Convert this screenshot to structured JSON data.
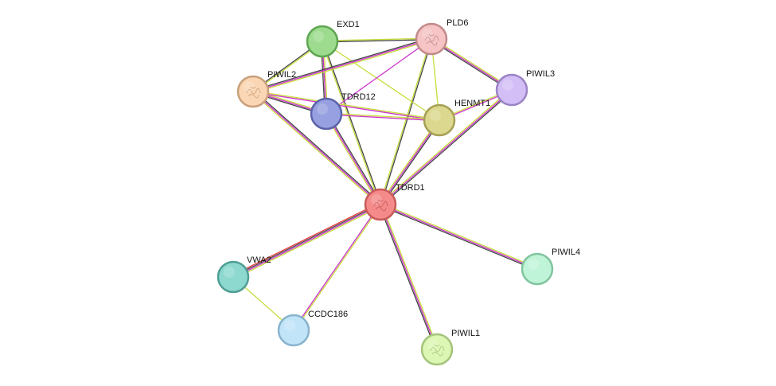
{
  "network": {
    "nodes": [
      {
        "id": "TDRD1",
        "label": "TDRD1",
        "fill": "#f48a8a",
        "stroke": "#c85a5a",
        "icon": "protein-structure-icon"
      },
      {
        "id": "EXD1",
        "label": "EXD1",
        "fill": "#9ddc8e",
        "stroke": "#5ea652",
        "icon": ""
      },
      {
        "id": "PLD6",
        "label": "PLD6",
        "fill": "#f6c4c4",
        "stroke": "#c28a8a",
        "icon": "protein-structure-icon"
      },
      {
        "id": "PIWIL2",
        "label": "PIWIL2",
        "fill": "#fbd6b4",
        "stroke": "#c9a07a",
        "icon": "protein-structure-icon"
      },
      {
        "id": "TDRD12",
        "label": "TDRD12",
        "fill": "#97a0e0",
        "stroke": "#5b63a8",
        "icon": ""
      },
      {
        "id": "HENMT1",
        "label": "HENMT1",
        "fill": "#dcd88f",
        "stroke": "#a6a055",
        "icon": ""
      },
      {
        "id": "PIWIL3",
        "label": "PIWIL3",
        "fill": "#d3bff6",
        "stroke": "#9a84c6",
        "icon": ""
      },
      {
        "id": "VWA2",
        "label": "VWA2",
        "fill": "#8dd9d0",
        "stroke": "#4f9e95",
        "icon": ""
      },
      {
        "id": "CCDC186",
        "label": "CCDC186",
        "fill": "#c2e4f8",
        "stroke": "#88b4cc",
        "icon": ""
      },
      {
        "id": "PIWIL1",
        "label": "PIWIL1",
        "fill": "#dcf6b4",
        "stroke": "#a4c47c",
        "icon": "protein-structure-icon"
      },
      {
        "id": "PIWIL4",
        "label": "PIWIL4",
        "fill": "#c0f4d8",
        "stroke": "#82c49e",
        "icon": ""
      }
    ],
    "edges": [
      {
        "source": "TDRD1",
        "target": "EXD1",
        "colors": [
          "#c8dc3c",
          "#444444"
        ]
      },
      {
        "source": "TDRD1",
        "target": "PLD6",
        "colors": [
          "#c8dc3c",
          "#444444"
        ]
      },
      {
        "source": "TDRD1",
        "target": "PIWIL2",
        "colors": [
          "#c8dc3c",
          "#cc33cc",
          "#444444"
        ]
      },
      {
        "source": "TDRD1",
        "target": "TDRD12",
        "colors": [
          "#c8dc3c",
          "#cc33cc",
          "#444444"
        ]
      },
      {
        "source": "TDRD1",
        "target": "HENMT1",
        "colors": [
          "#c8dc3c",
          "#cc33cc",
          "#444444"
        ]
      },
      {
        "source": "TDRD1",
        "target": "PIWIL3",
        "colors": [
          "#c8dc3c",
          "#cc33cc",
          "#444444"
        ]
      },
      {
        "source": "TDRD1",
        "target": "VWA2",
        "colors": [
          "#c8dc3c",
          "#cc33cc",
          "#444444",
          "#e83030"
        ]
      },
      {
        "source": "TDRD1",
        "target": "CCDC186",
        "colors": [
          "#c8dc3c",
          "#cc33cc"
        ]
      },
      {
        "source": "TDRD1",
        "target": "PIWIL1",
        "colors": [
          "#c8dc3c",
          "#cc33cc",
          "#444444"
        ]
      },
      {
        "source": "TDRD1",
        "target": "PIWIL4",
        "colors": [
          "#c8dc3c",
          "#cc33cc",
          "#444444"
        ]
      },
      {
        "source": "EXD1",
        "target": "PLD6",
        "colors": [
          "#c8dc3c",
          "#444444"
        ]
      },
      {
        "source": "EXD1",
        "target": "PIWIL2",
        "colors": [
          "#c8dc3c",
          "#444444"
        ]
      },
      {
        "source": "EXD1",
        "target": "TDRD12",
        "colors": [
          "#c8dc3c",
          "#cc33cc",
          "#444444"
        ]
      },
      {
        "source": "EXD1",
        "target": "HENMT1",
        "colors": [
          "#c8dc3c"
        ]
      },
      {
        "source": "PLD6",
        "target": "PIWIL2",
        "colors": [
          "#c8dc3c",
          "#cc33cc",
          "#444444"
        ]
      },
      {
        "source": "PLD6",
        "target": "TDRD12",
        "colors": [
          "#cc33cc"
        ]
      },
      {
        "source": "PLD6",
        "target": "HENMT1",
        "colors": [
          "#c8dc3c"
        ]
      },
      {
        "source": "PLD6",
        "target": "PIWIL3",
        "colors": [
          "#c8dc3c",
          "#cc33cc",
          "#444444"
        ]
      },
      {
        "source": "PIWIL2",
        "target": "TDRD12",
        "colors": [
          "#c8dc3c",
          "#cc33cc",
          "#444444"
        ]
      },
      {
        "source": "PIWIL2",
        "target": "HENMT1",
        "colors": [
          "#c8dc3c",
          "#cc33cc"
        ]
      },
      {
        "source": "TDRD12",
        "target": "HENMT1",
        "colors": [
          "#c8dc3c",
          "#cc33cc"
        ]
      },
      {
        "source": "HENMT1",
        "target": "PIWIL3",
        "colors": [
          "#c8dc3c",
          "#cc33cc"
        ]
      },
      {
        "source": "VWA2",
        "target": "CCDC186",
        "colors": [
          "#c8dc3c"
        ]
      }
    ]
  }
}
